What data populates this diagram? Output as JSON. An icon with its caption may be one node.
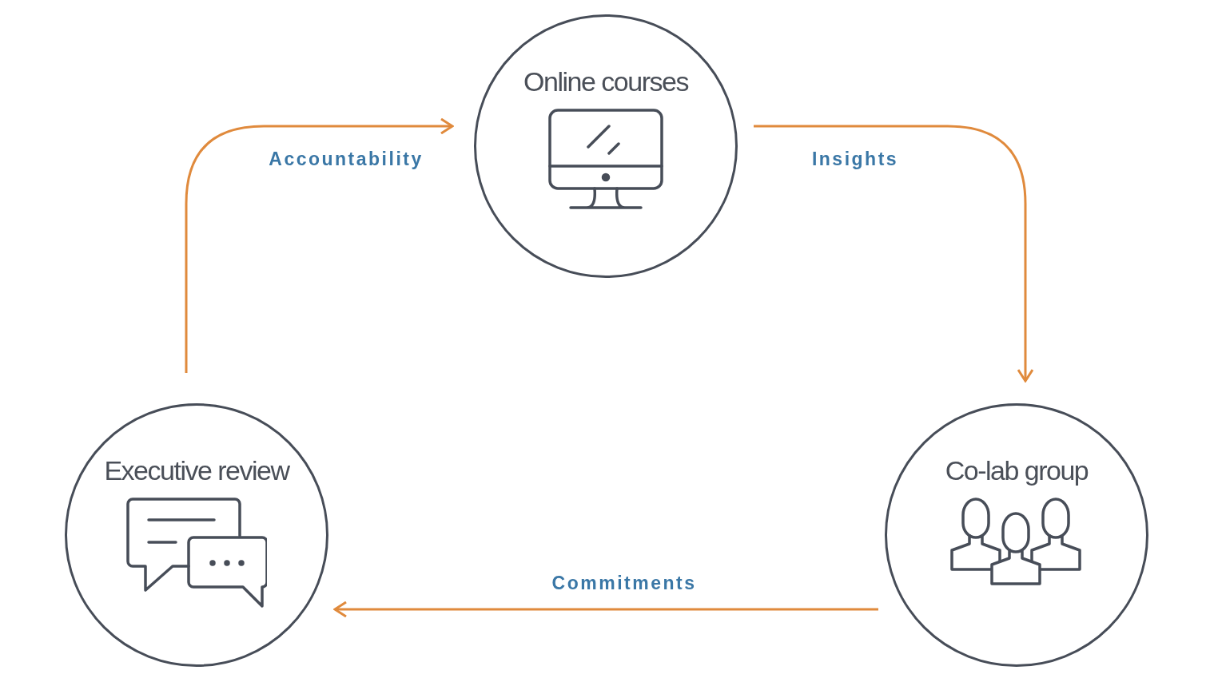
{
  "diagram": {
    "nodes": [
      {
        "text": [
          "Online courses"
        ]
      },
      {
        "text": [
          "Executive review"
        ]
      },
      {
        "text": [
          "Co-lab group"
        ]
      }
    ],
    "edges": [
      {
        "from": 1,
        "to": 0,
        "arrow": "to",
        "label": "Accountability"
      },
      {
        "from": 0,
        "to": 2,
        "arrow": "to",
        "label": "Insights"
      },
      {
        "from": 2,
        "to": 1,
        "arrow": "to",
        "label": "Commitments"
      }
    ]
  }
}
